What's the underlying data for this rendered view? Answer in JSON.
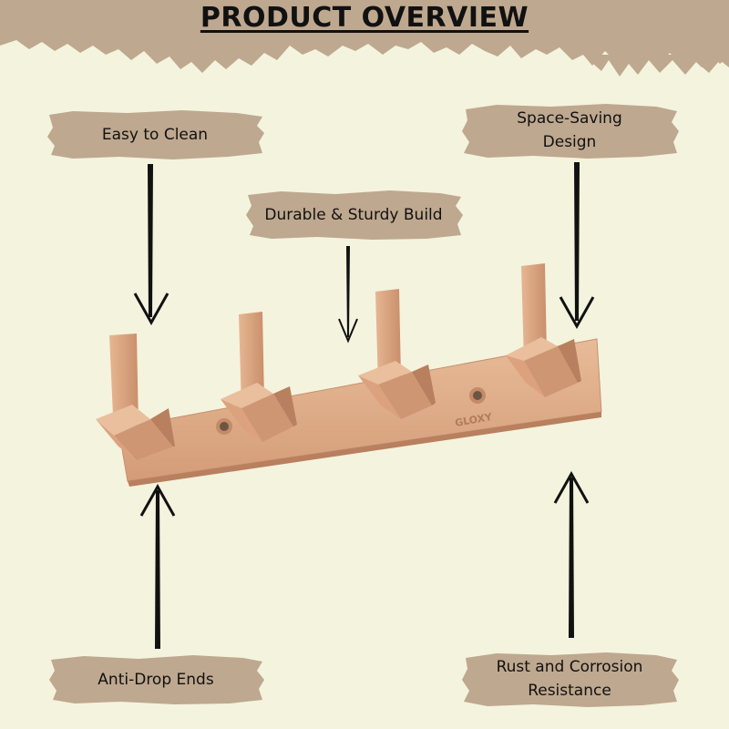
{
  "title": "PRODUCT OVERVIEW",
  "colors": {
    "background": "#f4f3de",
    "brush": "#bea88f",
    "rack": "#dba886",
    "text": "#111111"
  },
  "labels": {
    "easy_to_clean": "Easy to Clean",
    "space_saving": "Space-Saving\nDesign",
    "durable": "Durable & Sturdy Build",
    "anti_drop": "Anti-Drop Ends",
    "rust": "Rust and Corrosion\nResistance"
  },
  "product": {
    "brand": "GLOXY",
    "hook_count": 4
  }
}
